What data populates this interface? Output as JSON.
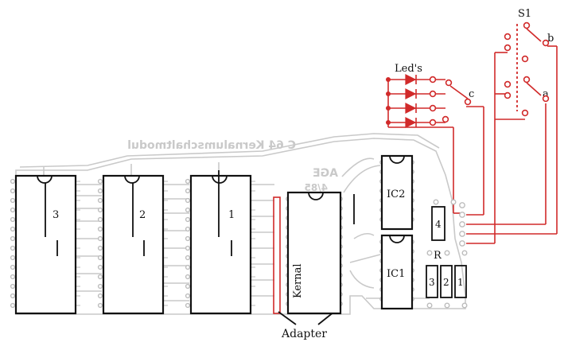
{
  "board": {
    "title_mirrored": "C 64   Kernalumschaltmodul",
    "logo_mirrored": "AGE",
    "date_mirrored": "4/85",
    "colors": {
      "trace": "#c9c9c9",
      "chip": "#111111",
      "switch": "#d12a2a"
    }
  },
  "chips": [
    {
      "label": "3"
    },
    {
      "label": "2"
    },
    {
      "label": "1"
    },
    {
      "label": "Kernal"
    },
    {
      "label": "IC2"
    },
    {
      "label": "IC1"
    }
  ],
  "resistors": {
    "group_label": "R",
    "items": [
      {
        "label": "4"
      },
      {
        "label": "3"
      },
      {
        "label": "2"
      },
      {
        "label": "1"
      }
    ]
  },
  "labels": {
    "adapter": "Adapter",
    "leds": "Led's",
    "switch_name": "S1",
    "switch_a": "a",
    "switch_b": "b",
    "switch_c": "c"
  }
}
